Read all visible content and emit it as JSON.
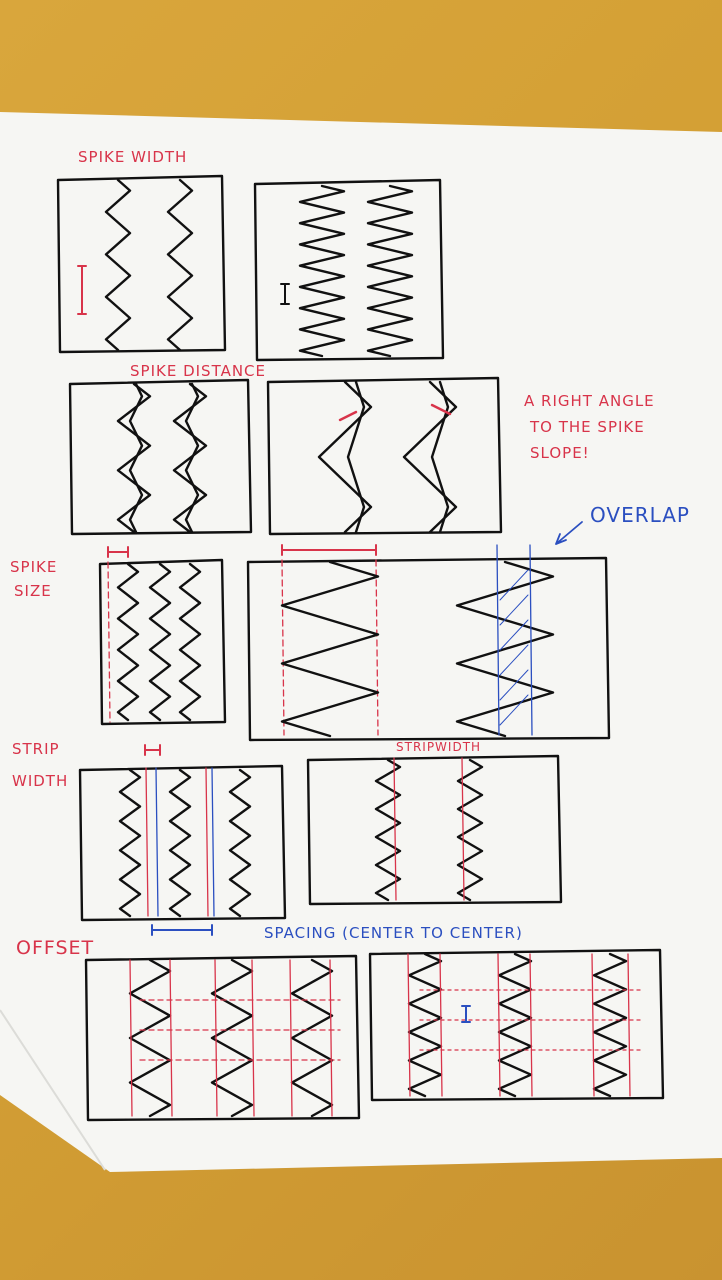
{
  "labels": {
    "spike_width": "SPIKE WIDTH",
    "spike_distance": "SPIKE DISTANCE",
    "note_line1": "A RIGHT ANGLE",
    "note_line2": "TO THE SPIKE",
    "note_line3": "SLOPE!",
    "overlap": "OVERLAP",
    "spike": "SPIKE",
    "size": "SIZE",
    "strip": "STRIP",
    "width": "WIDTH",
    "stripwidth": "STRIPWIDTH",
    "offset": "OFFSET",
    "spacing": "SPACING (CENTER TO CENTER)"
  },
  "colors": {
    "paper": "#f6f6f3",
    "ink": "#111111",
    "red_ink": "#d8344a",
    "blue_ink": "#2b4fc0",
    "table": "#d4a035"
  }
}
